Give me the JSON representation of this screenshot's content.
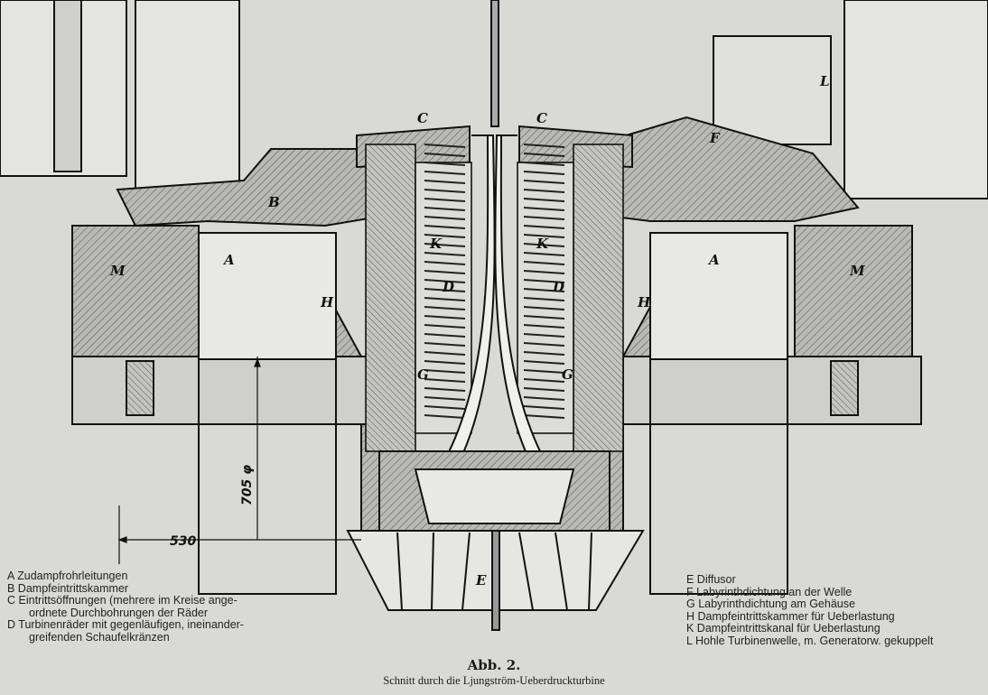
{
  "figure": {
    "title": "Abb. 2.",
    "caption": "Schnitt durch die Ljungström-Ueberdruckturbine",
    "part_labels": {
      "A": "A",
      "B": "B",
      "C": "C",
      "D": "D",
      "E": "E",
      "F": "F",
      "G": "G",
      "H": "H",
      "K": "K",
      "L": "L",
      "M": "M"
    },
    "dimensions": {
      "diameter": "705 φ",
      "length": "530"
    }
  },
  "legend_left": [
    {
      "text": "A Zudampfrohrleitungen"
    },
    {
      "text": "B Dampfeintrittskammer"
    },
    {
      "text": "C Eintrittsöffnungen (mehrere im Kreise ange-",
      "cont": "ordnete Durchbohrungen der Räder"
    },
    {
      "text": "D Turbinenräder mit gegenläufigen, ineinander-",
      "cont": "greifenden Schaufelkränzen"
    }
  ],
  "legend_right": [
    "E Diffusor",
    "F Labyrinthdichtung an der Welle",
    "G Labyrinthdichtung am Gehäuse",
    "H Dampfeintrittskammer für Ueberlastung",
    "K Dampfeintrittskanal für Ueberlastung",
    "L Hohle Turbinenwelle, m. Generatorw. gekuppelt"
  ]
}
